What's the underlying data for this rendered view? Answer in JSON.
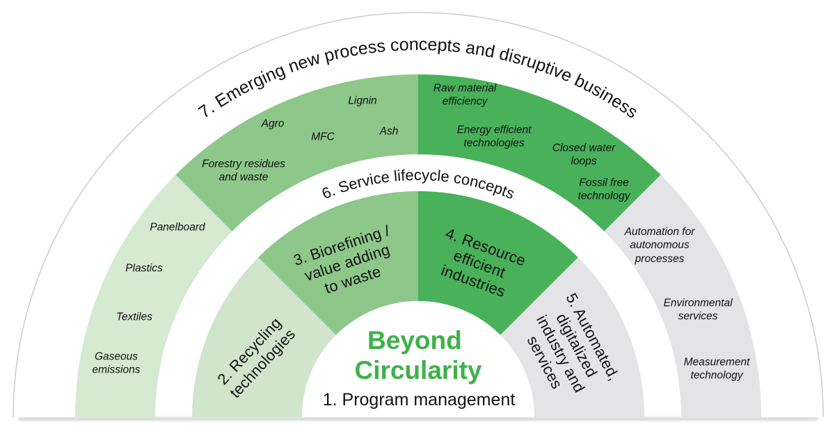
{
  "colors": {
    "green_lightest": "#d6e9d1",
    "green_light": "#d0e5cb",
    "green_medium": "#8dc78a",
    "green_dark": "#48b15a",
    "gray_segment": "#e4e4e6",
    "outline": "#cbcbcb",
    "title_green": "#3eb14a"
  },
  "center": {
    "title_line1": "Beyond",
    "title_line2": "Circularity",
    "program": "1. Program management"
  },
  "rings": {
    "ring6_label": "6. Service lifecycle concepts",
    "ring7_label": "7. Emerging new process concepts and disruptive business"
  },
  "inner_segments": {
    "recycling": "2. Recycling\ntechnologies",
    "biorefining": "3. Biorefining /\nvalue adding\nto waste",
    "resource": "4. Resource\nefficient\nindustries",
    "automated": "5. Automated,\ndigitalized\nindustry and\nservices"
  },
  "outer_items": {
    "gaseous": "Gaseous\nemissions",
    "textiles": "Textiles",
    "plastics": "Plastics",
    "panelboard": "Panelboard",
    "forestry": "Forestry residues\nand waste",
    "agro": "Agro",
    "mfc": "MFC",
    "lignin": "Lignin",
    "ash": "Ash",
    "raw_material": "Raw material\nefficiency",
    "energy": "Energy efficient\ntechnologies",
    "closed_water": "Closed water\nloops",
    "fossil_free": "Fossil free\ntechnology",
    "automation": "Automation for\nautonomous\nprocesses",
    "environmental": "Environmental\nservices",
    "measurement": "Measurement\ntechnology"
  }
}
